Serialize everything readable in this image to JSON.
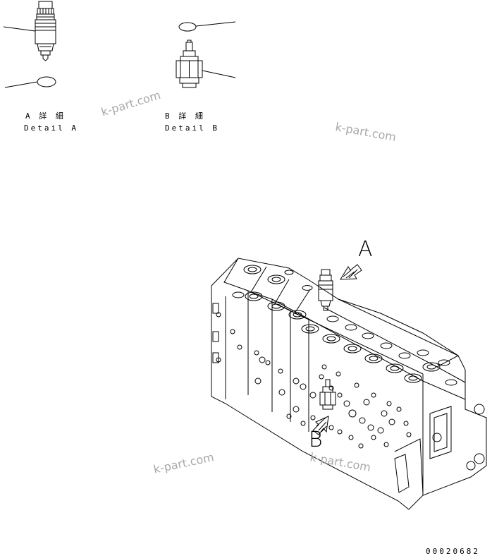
{
  "details": {
    "a": {
      "jp": "A 詳 細",
      "en": "Detail A"
    },
    "b": {
      "jp": "B 詳 細",
      "en": "Detail B"
    }
  },
  "callouts": {
    "a": "A",
    "b": "B"
  },
  "watermarks": [
    "k-part.com",
    "k-part.com",
    "k-part.com",
    "k-part.com"
  ],
  "figure_code": "00020682",
  "colors": {
    "line": "#000000",
    "watermark": "#a8a8a8",
    "background": "#ffffff"
  }
}
